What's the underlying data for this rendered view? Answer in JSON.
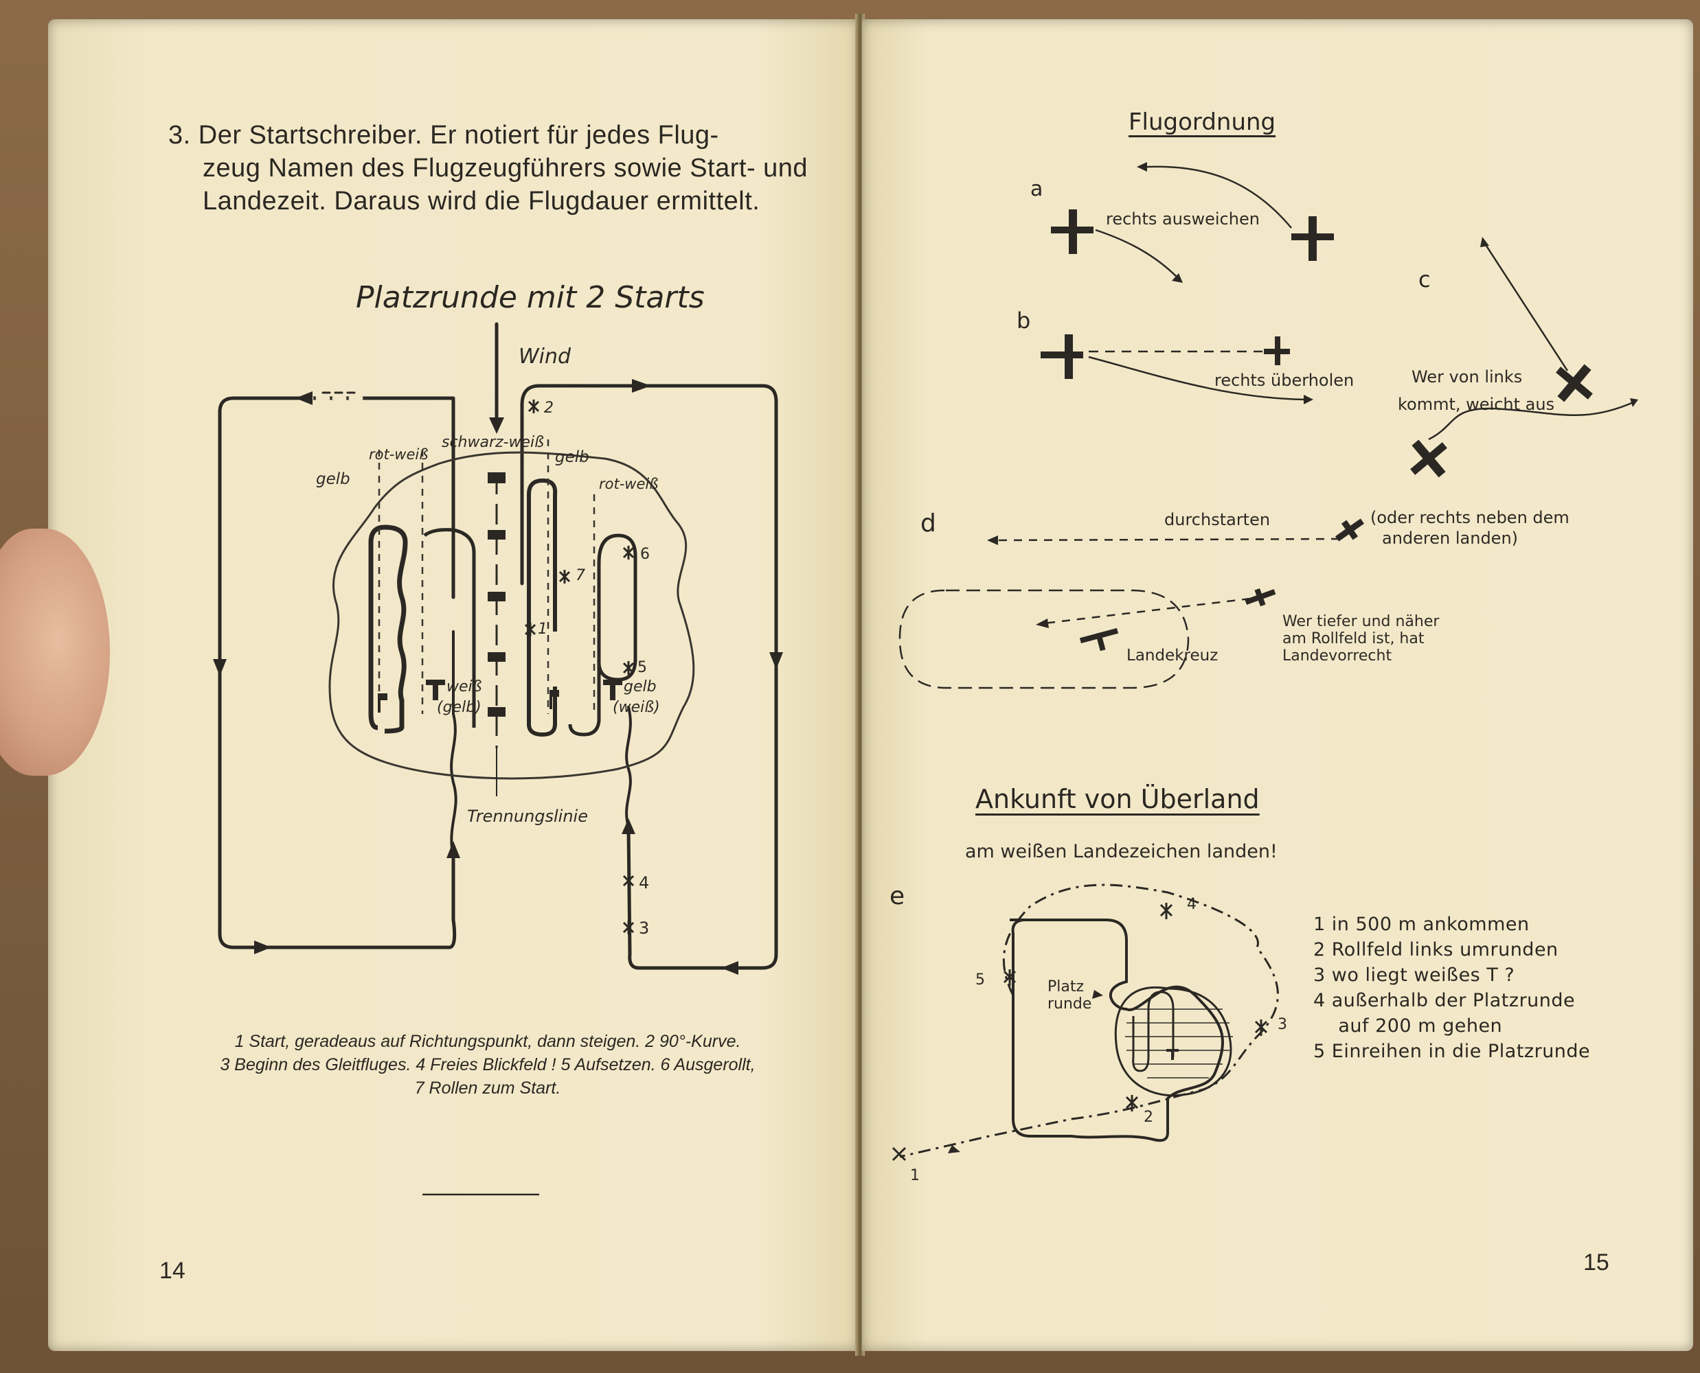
{
  "left_page": {
    "paragraph_lines": [
      "3. Der Startschreiber. Er notiert für jedes Flug-",
      "zeug Namen des Flugzeugführers sowie Start- und",
      "Landezeit. Daraus wird die Flugdauer ermittelt."
    ],
    "diagram_title": "Platzrunde mit 2 Starts",
    "labels": {
      "wind": "Wind",
      "schwarz_weiss": "schwarz-weiß",
      "rot_weiss_left": "rot-weiß",
      "rot_weiss_right": "rot-weiß",
      "gelb_left": "gelb",
      "gelb_right": "gelb",
      "weiss_gelb_1": "weiß",
      "weiss_gelb_2": "(gelb)",
      "gelb_weiss_1": "gelb",
      "gelb_weiss_2": "(weiß)",
      "trennungslinie": "Trennungslinie",
      "n1": "1",
      "n2": "2",
      "n3": "3",
      "n4": "4",
      "n5": "5",
      "n6": "6",
      "n7": "7"
    },
    "caption_lines": [
      "1 Start, geradeaus auf Richtungspunkt, dann steigen. 2 90°-Kurve.",
      "3 Beginn des Gleitfluges. 4 Freies Blickfeld ! 5 Aufsetzen. 6 Ausgerollt,",
      "7 Rollen zum Start."
    ],
    "page_number": "14"
  },
  "right_page": {
    "heading": "Flugordnung",
    "a": {
      "letter": "a",
      "label": "rechts ausweichen"
    },
    "b": {
      "letter": "b",
      "label": "rechts überholen"
    },
    "c": {
      "letter": "c",
      "label_1": "Wer von links",
      "label_2": "kommt, weicht aus"
    },
    "d": {
      "letter": "d",
      "label": "durchstarten",
      "note_1": "(oder rechts neben dem",
      "note_2": "anderen landen)",
      "landekreuz": "Landekreuz",
      "rule_1": "Wer tiefer und näher",
      "rule_2": "am Rollfeld ist, hat",
      "rule_3": "Landevorrecht"
    },
    "arrival": {
      "heading": "Ankunft von Überland",
      "subtitle": "am weißen Landezeichen landen!",
      "letter": "e",
      "platz_1": "Platz",
      "platz_2": "runde",
      "t_mark": "T",
      "n1": "1",
      "n2": "2",
      "n3": "3",
      "n4": "4",
      "n5": "5",
      "steps": [
        "1  in 500 m ankommen",
        "2  Rollfeld links umrunden",
        "3  wo liegt weißes T ?",
        "4  außerhalb der Platzrunde",
        "    auf 200 m gehen",
        "5  Einreihen in die Platzrunde"
      ]
    },
    "page_number": "15"
  }
}
